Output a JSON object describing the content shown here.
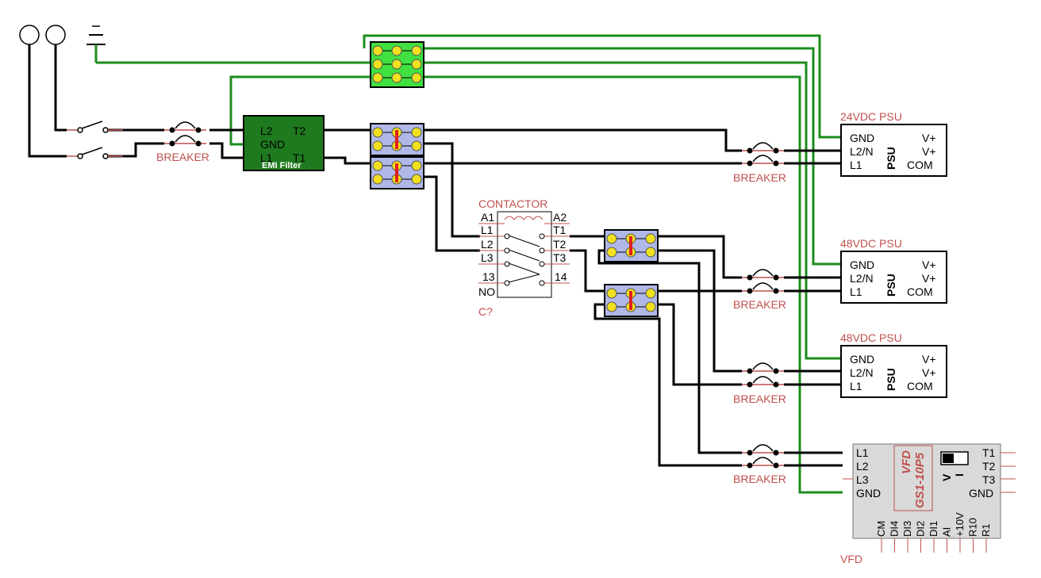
{
  "colors": {
    "wire": "#000000",
    "ground_wire": "#1c8c1c",
    "label_red": "#c0504d",
    "emi_fill": "#1f7a1f",
    "psu_fill": "#ffffff",
    "vfd_fill": "#d9d9d9",
    "terminal_yellow": "#f0e020",
    "terminal_blue": "#b0b8e8",
    "terminal_green": "#40e040",
    "jumper_red": "#e02020"
  },
  "breakers": {
    "main": "BREAKER",
    "psu1": "BREAKER",
    "psu2": "BREAKER",
    "psu3": "BREAKER",
    "vfd": "BREAKER"
  },
  "emi": {
    "title": "EMI Filter",
    "pin_l2": "L2",
    "pin_gnd": "GND",
    "pin_l1": "L1",
    "pin_t2": "T2",
    "pin_t1": "T1"
  },
  "contactor": {
    "title": "CONTACTOR",
    "ref": "C?",
    "left_pins": [
      "A1",
      "L1",
      "L2",
      "L3",
      "13",
      "NO"
    ],
    "right_pins": [
      "A2",
      "T1",
      "T2",
      "T3",
      "14"
    ]
  },
  "psus": [
    {
      "title": "24VDC PSU",
      "body": "PSU",
      "left": [
        "GND",
        "L2/N",
        "L1"
      ],
      "right": [
        "V+",
        "V+",
        "COM"
      ]
    },
    {
      "title": "48VDC PSU",
      "body": "PSU",
      "left": [
        "GND",
        "L2/N",
        "L1"
      ],
      "right": [
        "V+",
        "V+",
        "COM"
      ]
    },
    {
      "title": "48VDC PSU",
      "body": "PSU",
      "left": [
        "GND",
        "L2/N",
        "L1"
      ],
      "right": [
        "V+",
        "V+",
        "COM"
      ]
    }
  ],
  "vfd": {
    "ref": "VFD",
    "name": "VFD",
    "model": "GS1-10P5",
    "switch_v": "V",
    "switch_i": "I",
    "left": [
      "L1",
      "L2",
      "L3",
      "GND"
    ],
    "right": [
      "T1",
      "T2",
      "T3",
      "GND"
    ],
    "bottom": [
      "CM",
      "DI4",
      "DI3",
      "DI2",
      "DI1",
      "AI",
      "+10V",
      "R10",
      "R1"
    ]
  },
  "ground_symbol": "ground-icon"
}
